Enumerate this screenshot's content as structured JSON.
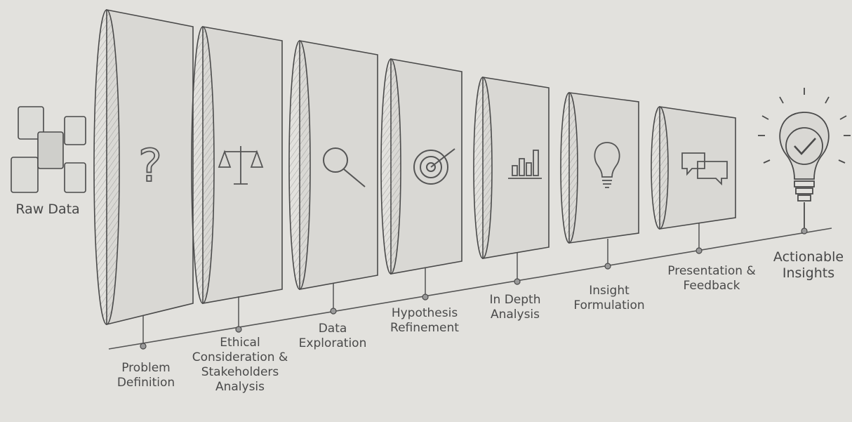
{
  "diagram": {
    "source_label": "Raw Data",
    "output_label": "Actionable Insights",
    "stages": [
      {
        "label": "Problem Definition",
        "icon": "question-mark-icon"
      },
      {
        "label": "Ethical Consideration & Stakeholders Analysis",
        "icon": "scales-icon"
      },
      {
        "label": "Data Exploration",
        "icon": "magnifier-icon"
      },
      {
        "label": "Hypothesis Refinement",
        "icon": "target-icon"
      },
      {
        "label": "In Depth Analysis",
        "icon": "bar-chart-icon"
      },
      {
        "label": "Insight Formulation",
        "icon": "lightbulb-icon"
      },
      {
        "label": "Presentation & Feedback",
        "icon": "speech-bubbles-icon"
      }
    ],
    "colors": {
      "background": "#e2e1dd",
      "ink": "#4a4a4a",
      "segment_fill": "#d9d8d4"
    }
  }
}
